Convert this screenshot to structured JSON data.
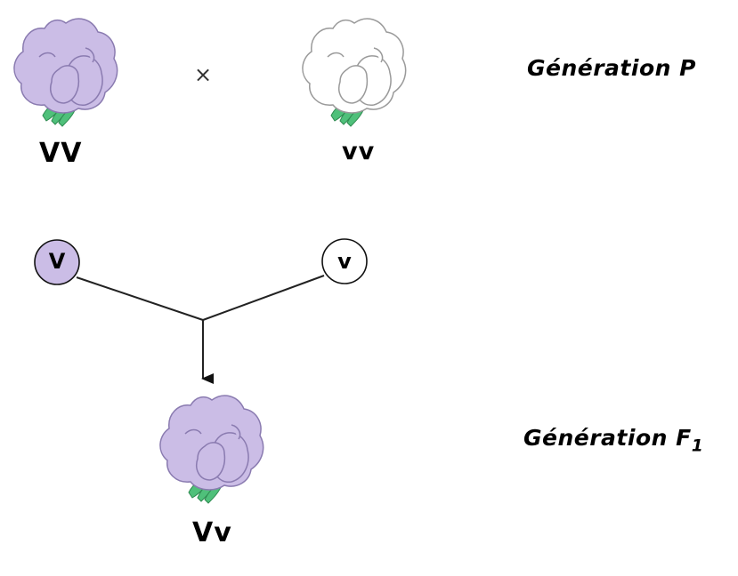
{
  "generations": {
    "parental": {
      "prefix": "Génération",
      "suffix": "P"
    },
    "f1": {
      "prefix": "Génération",
      "suffix": "F",
      "subscript": "1"
    }
  },
  "cross_symbol": "×",
  "parents": [
    {
      "genotype": "VV",
      "flower_color": "#cbbde6",
      "outline": "#8a7bb0"
    },
    {
      "genotype": "vv",
      "flower_color": "#ffffff",
      "outline": "#9a9a9a"
    }
  ],
  "gametes": [
    {
      "allele": "V",
      "fill": "#cbbde6"
    },
    {
      "allele": "v",
      "fill": "#ffffff"
    }
  ],
  "offspring": {
    "genotype": "Vv",
    "flower_color": "#cbbde6",
    "outline": "#8a7bb0"
  },
  "colors": {
    "leaf": "#4fc07a",
    "leaf_dark": "#2e8a50",
    "line": "#222222"
  },
  "icons": [
    "purple-pea-flower-icon",
    "white-pea-flower-icon",
    "cross-icon",
    "arrow-down-icon"
  ]
}
